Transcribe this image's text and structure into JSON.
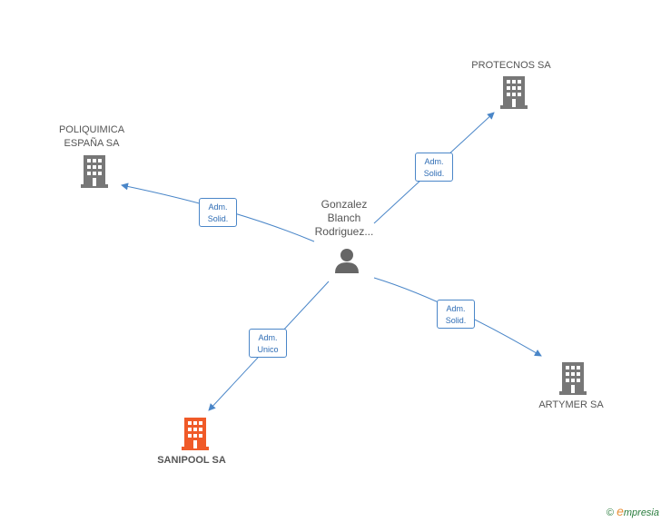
{
  "center": {
    "name_line1": "Gonzalez",
    "name_line2": "Blanch",
    "name_line3": "Rodriguez..."
  },
  "nodes": {
    "protecnos": {
      "label": "PROTECNOS SA"
    },
    "poliquimica": {
      "label_line1": "POLIQUIMICA",
      "label_line2": "ESPAÑA SA"
    },
    "artymer": {
      "label": "ARTYMER SA"
    },
    "sanipool": {
      "label": "SANIPOOL SA"
    }
  },
  "edges": {
    "protecnos": {
      "line1": "Adm.",
      "line2": "Solid."
    },
    "poliquimica": {
      "line1": "Adm.",
      "line2": "Solid."
    },
    "artymer": {
      "line1": "Adm.",
      "line2": "Solid."
    },
    "sanipool": {
      "line1": "Adm.",
      "line2": "Unico"
    }
  },
  "colors": {
    "edge": "#4a86c8",
    "building": "#777777",
    "building_highlight": "#f05a28",
    "person": "#666666"
  },
  "icons": {
    "person": "person-icon",
    "building": "building-icon"
  },
  "brand": {
    "copyright": "©",
    "e": "e",
    "rest": "mpresia"
  }
}
